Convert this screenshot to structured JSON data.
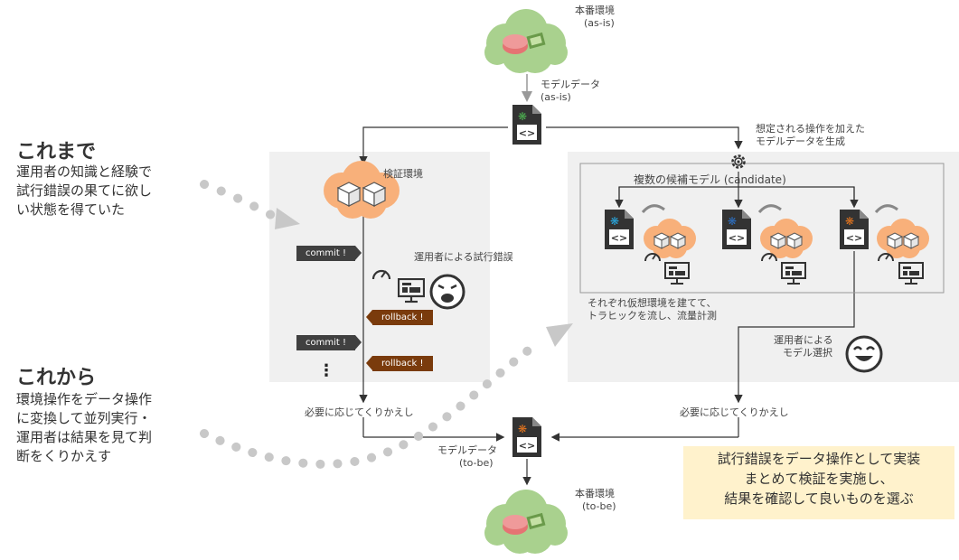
{
  "prod_top": {
    "title": "本番環境",
    "sub": "(as-is)"
  },
  "model_data_top": {
    "title": "モデルデータ",
    "sub": "(as-is)"
  },
  "assumed_ops": {
    "line1": "想定される操作を加えた",
    "line2": "モデルデータを生成"
  },
  "left_section": {
    "heading": "これまで",
    "lines": [
      "運用者の知識と経験で",
      "試行錯誤の果てに欲し",
      "い状態を得ていた"
    ]
  },
  "right_section": {
    "heading": "これから",
    "lines": [
      "環境操作をデータ操作",
      "に変換して並列実行・",
      "運用者は結果を見て判",
      "断をくりかえす"
    ]
  },
  "verification": {
    "env_label": "検証環境",
    "trial_label": "運用者による試行錯誤",
    "commit_label": "commit !",
    "rollback_label": "rollback !",
    "ellipsis": "⋮",
    "repeat_label": "必要に応じてくりかえし"
  },
  "candidates": {
    "title": "複数の候補モデル (candidate)",
    "virtual_line1": "それぞれ仮想環境を建てて、",
    "virtual_line2": "トラヒックを流し、流量計測",
    "select_line1": "運用者による",
    "select_line2": "モデル選択",
    "repeat_label": "必要に応じてくりかえし"
  },
  "model_data_bottom": {
    "title": "モデルデータ",
    "sub": "(to-be)"
  },
  "prod_bottom": {
    "title": "本番環境",
    "sub": "(to-be)"
  },
  "summary_note": {
    "line1": "試行錯誤をデータ操作として実装",
    "line2": "まとめて検証を実施し、",
    "line3": "結果を確認して良いものを選ぶ"
  },
  "colors": {
    "cloud_green": "#a9d18e",
    "cloud_orange": "#f8b07a",
    "panel_gray": "#f0f0f0",
    "note_yellow": "#fff2cc",
    "icon_dark": "#333333",
    "rollback_brown": "#7a3b0c",
    "snow_green": "#4caf50",
    "snow_cyan": "#29a8e0",
    "snow_blue": "#2d6fc0",
    "snow_orange": "#e3741e"
  },
  "icons": [
    "cloud-production-icon",
    "database-icon",
    "cube-icon",
    "gear-icon",
    "gauge-icon",
    "monitor-icon",
    "sad-face-icon",
    "smile-face-icon",
    "model-file-icon"
  ]
}
